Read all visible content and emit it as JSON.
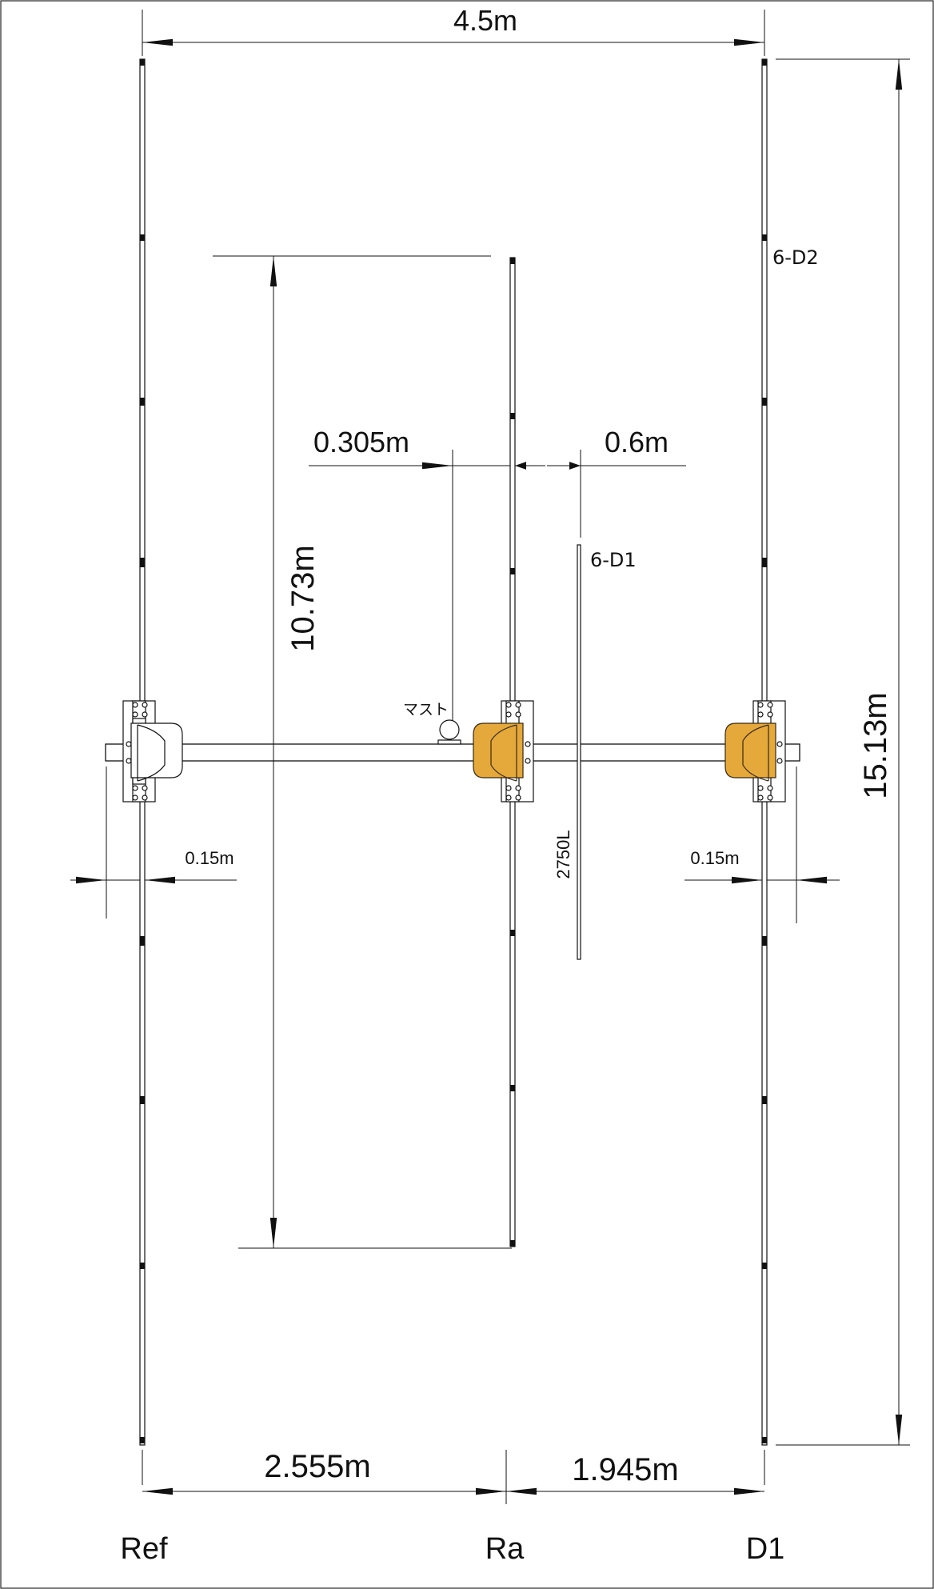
{
  "dimensions": {
    "overall_width": "4.5m",
    "overall_length": "15.13m",
    "radiator_length": "10.73m",
    "mast_offset": "0.305m",
    "d1_spacing": "0.6m",
    "ref_to_ra": "2.555m",
    "ra_to_d1": "1.945m",
    "left_clearance": "0.15m",
    "right_clearance": "0.15m"
  },
  "labels": {
    "director_short": "6-D1",
    "director_long": "6-D2",
    "mast": "マスト",
    "element_length": "2750L"
  },
  "elements": {
    "ref": "Ref",
    "ra": "Ra",
    "d1": "D1"
  },
  "colors": {
    "line": "#111111",
    "insulator_fill": "#e5a93b",
    "insulator_stroke": "#3a2a10",
    "background": "#ffffff",
    "frame": "#222222"
  }
}
